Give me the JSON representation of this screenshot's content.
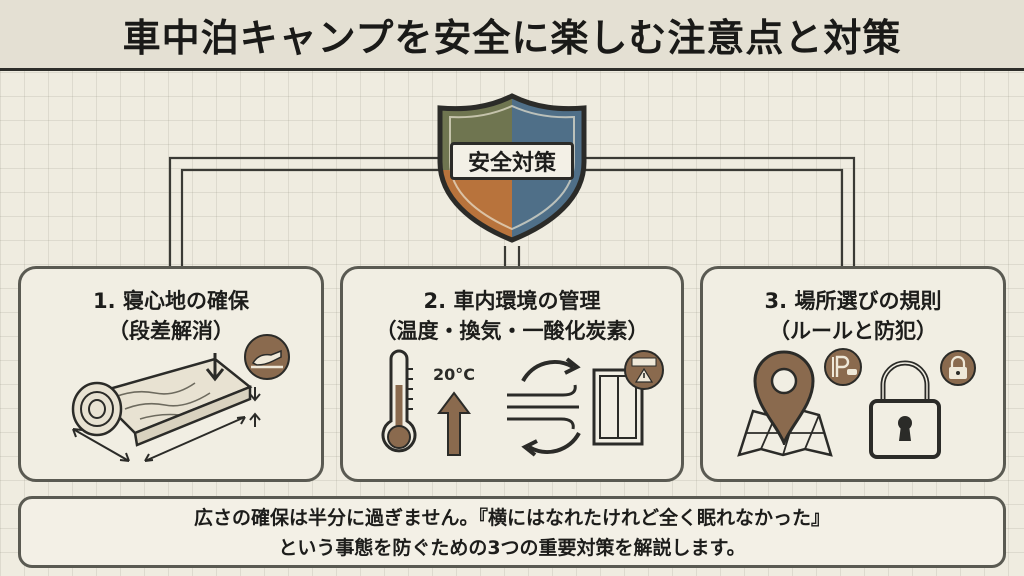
{
  "title": "車中泊キャンプを安全に楽しむ注意点と対策",
  "center": {
    "label": "安全対策"
  },
  "cards": [
    {
      "title": "1. 寝心地の確保",
      "subtitle": "（段差解消）"
    },
    {
      "title": "2. 車内環境の管理",
      "subtitle": "（温度・換気・一酸化炭素）",
      "temperature": "20°C"
    },
    {
      "title": "3. 場所選びの規則",
      "subtitle": "（ルールと防犯）"
    }
  ],
  "summary": {
    "line1": "広さの確保は半分に過ぎません。『横にはなれたけれど全く眠れなかった』",
    "line2": "という事態を防ぐための3つの重要対策を解説します。"
  },
  "colors": {
    "shield_orange": "#b8733c",
    "shield_blue": "#4f6f88",
    "shield_olive": "#6f7550",
    "icon_brown": "#8a6a4e",
    "outline": "#2b2b28"
  },
  "icons": [
    "sleeping-mat-icon",
    "down-arrow-icon",
    "hand-press-icon",
    "thermometer-icon",
    "up-arrow-icon",
    "air-circulation-icon",
    "window-icon",
    "warning-icon",
    "map-pin-icon",
    "map-icon",
    "parking-icon",
    "padlock-icon",
    "small-lock-icon",
    "shield-icon"
  ]
}
